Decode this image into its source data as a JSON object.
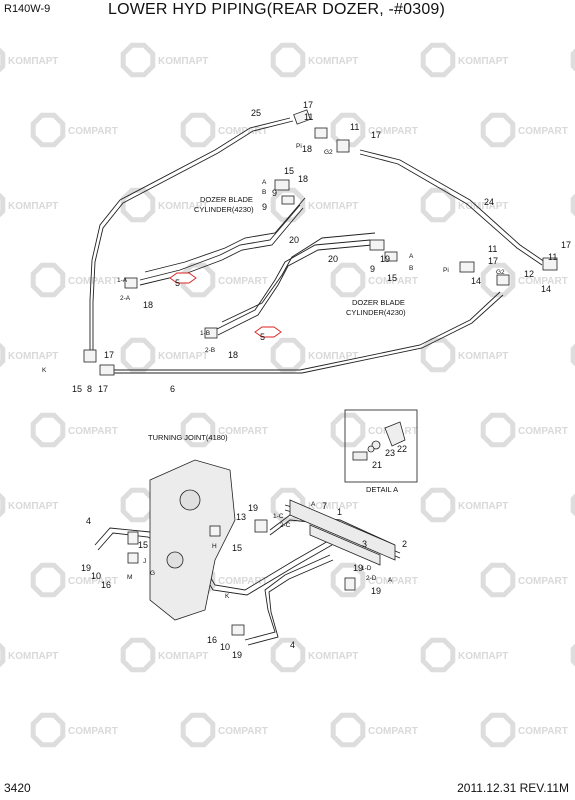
{
  "header": {
    "model": "R140W-9",
    "title": "LOWER HYD PIPING(REAR DOZER, -#0309)"
  },
  "footer": {
    "page_number": "3420",
    "revision": "2011.12.31  REV.11M"
  },
  "watermark": {
    "text_a": "KOMПАРТ",
    "text_b": "COMPART"
  },
  "captions": {
    "dozer_blade_cyl_upper_1": "DOZER BLADE",
    "dozer_blade_cyl_upper_2": "CYLINDER(4230)",
    "dozer_blade_cyl_lower_1": "DOZER BLADE",
    "dozer_blade_cyl_lower_2": "CYLINDER(4230)",
    "turning_joint": "TURNING JOINT(4180)",
    "detail_a": "DETAIL A"
  },
  "callouts": {
    "c25": "25",
    "c17a": "17",
    "c11a": "11",
    "c17b": "17",
    "c18a": "18",
    "c15a": "15",
    "c18b": "18",
    "c9a": "9",
    "c20a": "20",
    "c24": "24",
    "c9b": "9",
    "c19a": "19",
    "c11b": "11",
    "c17c": "17",
    "c9c": "9",
    "c20b": "20",
    "c15b": "15",
    "c12": "12",
    "c14": "14",
    "c11c": "11",
    "c14b": "14",
    "c18c": "18",
    "c5a": "5",
    "c5b": "5",
    "c18d": "18",
    "c17d": "17",
    "c15c": "15",
    "c8": "8",
    "c17e": "17",
    "c6": "6",
    "c22": "22",
    "c23": "23",
    "c21": "21",
    "c4a": "4",
    "c15d": "15",
    "c19b": "19",
    "c10a": "10",
    "c16a": "16",
    "c13": "13",
    "c19c": "19",
    "c15e": "15",
    "c7": "7",
    "c1": "1",
    "c16b": "16",
    "c10b": "10",
    "c19d": "19",
    "c19e": "19",
    "c19f": "19",
    "c4b": "4",
    "c2": "2",
    "c3": "3"
  },
  "port_labels": {
    "pi_a": "Pi",
    "g2_a": "G2",
    "a_a": "A",
    "b_a": "B",
    "a_b": "A",
    "pi_b": "Pi",
    "g2_b": "G2",
    "b_b": "B",
    "p1a": "1-A",
    "p2a": "2-A",
    "p1b": "1-B",
    "p2b": "2-B",
    "k_a": "K",
    "k_b": "K",
    "a_c": "A",
    "a_d": "A",
    "p1c": "1-C",
    "p2c": "2-C",
    "p1d": "1-D",
    "p2d": "2-D",
    "h": "H",
    "j": "J",
    "m": "M",
    "g": "G"
  }
}
